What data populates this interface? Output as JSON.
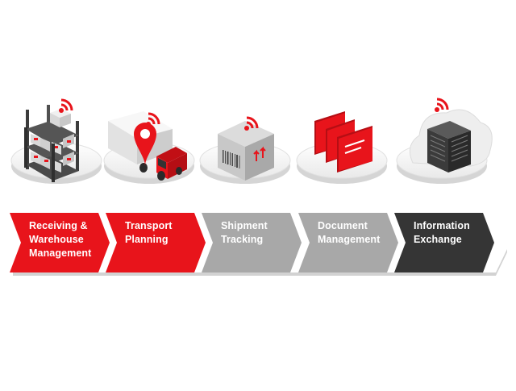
{
  "process": {
    "stages": [
      {
        "id": "receiving",
        "lines": [
          "Receiving &",
          "Warehouse",
          "Management"
        ],
        "fill": "#e8141b",
        "icon": "warehouse-shelves-icon"
      },
      {
        "id": "transport",
        "lines": [
          "Transport",
          "Planning"
        ],
        "fill": "#e8141b",
        "icon": "delivery-truck-icon"
      },
      {
        "id": "shipment",
        "lines": [
          "Shipment",
          "Tracking"
        ],
        "fill": "#a8a8a8",
        "icon": "parcel-box-icon"
      },
      {
        "id": "document",
        "lines": [
          "Document",
          "Management"
        ],
        "fill": "#a8a8a8",
        "icon": "document-folders-icon"
      },
      {
        "id": "information",
        "lines": [
          "Information",
          "Exchange"
        ],
        "fill": "#353535",
        "icon": "cloud-server-icon"
      }
    ]
  },
  "colors": {
    "red": "#e8141b",
    "dark_red": "#b50e14",
    "grey": "#a8a8a8",
    "dark": "#353535",
    "shadow": "#d2d2d2",
    "platform": "#f2f2f2",
    "platform_side": "#d9d9d9"
  }
}
